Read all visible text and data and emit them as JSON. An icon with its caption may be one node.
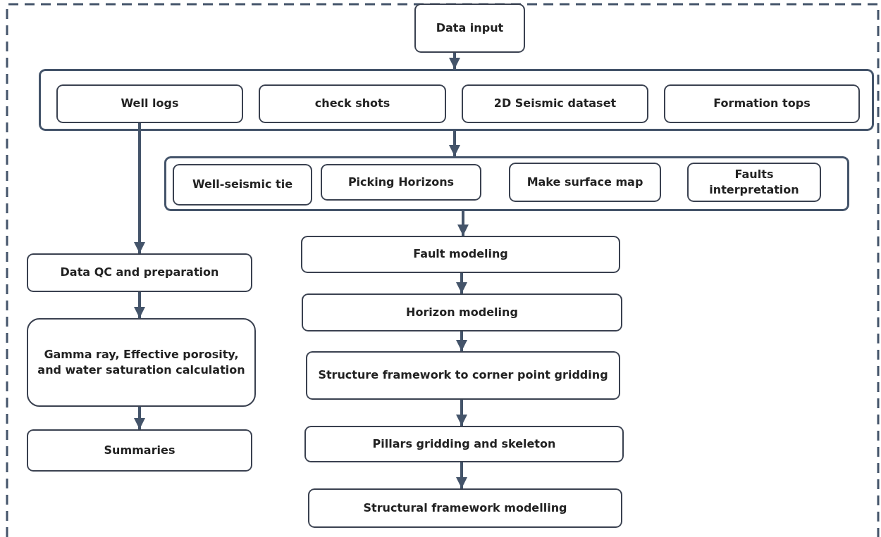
{
  "diagram": {
    "nodes": [
      {
        "text": [
          "Data input"
        ]
      },
      {
        "text": [],
        "shape": "box"
      },
      {
        "text": [
          "Well logs"
        ],
        "in": 1
      },
      {
        "text": [
          "check shots"
        ],
        "in": 1
      },
      {
        "text": [
          "2D Seismic dataset"
        ],
        "in": 1
      },
      {
        "text": [
          "Formation tops"
        ],
        "in": 1
      },
      {
        "text": [],
        "shape": "box"
      },
      {
        "text": [
          "Well-seismic tie"
        ],
        "in": 6
      },
      {
        "text": [
          "Picking Horizons"
        ],
        "in": 6
      },
      {
        "text": [
          "Make surface map"
        ],
        "in": 6
      },
      {
        "text": [
          "Faults interpretation"
        ],
        "in": 6
      },
      {
        "text": [
          "Fault modeling"
        ]
      },
      {
        "text": [
          "Horizon modeling"
        ]
      },
      {
        "text": [
          "Structure framework to corner point gridding"
        ]
      },
      {
        "text": [
          "Pillars gridding and skeleton"
        ]
      },
      {
        "text": [
          "Structural framework modelling"
        ]
      },
      {
        "text": [
          "Data QC and preparation"
        ]
      },
      {
        "text": [
          "Gamma ray, Effective porosity, and water saturation calculation"
        ]
      },
      {
        "text": [
          "Summaries"
        ]
      }
    ],
    "edges": [
      {
        "from": 0,
        "to": 1,
        "arrow": "to"
      },
      {
        "from": 1,
        "to": 6,
        "arrow": "to"
      },
      {
        "from": 2,
        "to": 16,
        "arrow": "to"
      },
      {
        "from": 6,
        "to": 11,
        "arrow": "to"
      },
      {
        "from": 11,
        "to": 12,
        "arrow": "to"
      },
      {
        "from": 12,
        "to": 13,
        "arrow": "to"
      },
      {
        "from": 13,
        "to": 14,
        "arrow": "to"
      },
      {
        "from": 14,
        "to": 15,
        "arrow": "to"
      },
      {
        "from": 16,
        "to": 17,
        "arrow": "to"
      },
      {
        "from": 17,
        "to": 18,
        "arrow": "to"
      }
    ]
  }
}
